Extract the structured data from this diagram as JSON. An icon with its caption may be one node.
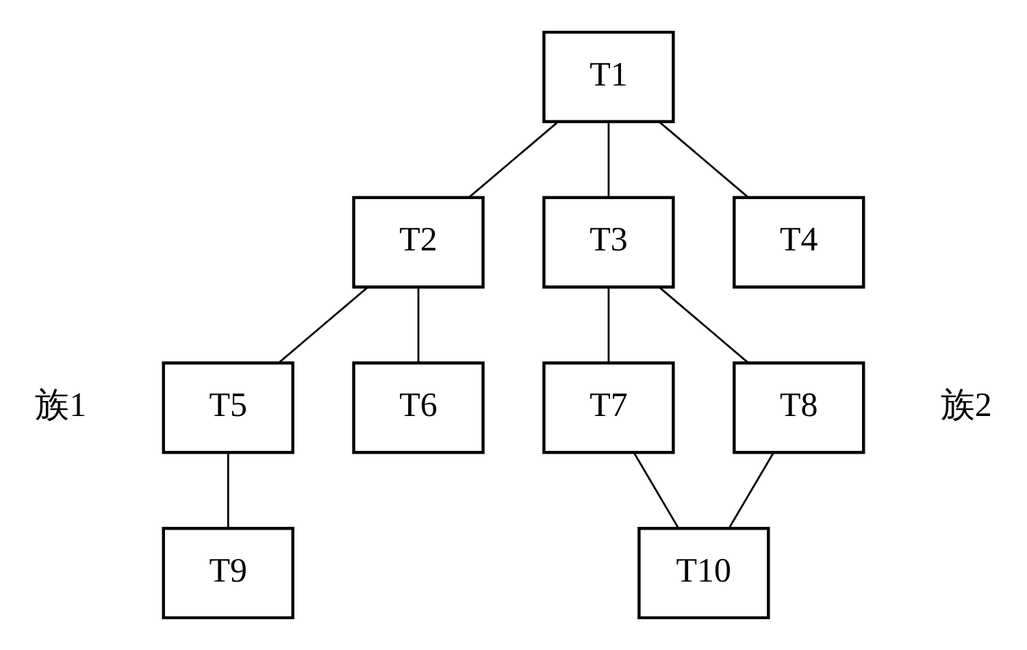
{
  "diagram": {
    "nodes": [
      {
        "text": [
          "T1"
        ]
      },
      {
        "text": [
          "T2"
        ]
      },
      {
        "text": [
          "T3"
        ]
      },
      {
        "text": [
          "T4"
        ]
      },
      {
        "text": [
          "T5"
        ]
      },
      {
        "text": [
          "T6"
        ]
      },
      {
        "text": [
          "T7"
        ]
      },
      {
        "text": [
          "T8"
        ]
      },
      {
        "text": [
          "T9"
        ]
      },
      {
        "text": [
          "T10"
        ]
      }
    ],
    "edges": [
      {
        "from": 0,
        "to": 1,
        "arrow": "none"
      },
      {
        "from": 0,
        "to": 2,
        "arrow": "none"
      },
      {
        "from": 0,
        "to": 3,
        "arrow": "none"
      },
      {
        "from": 1,
        "to": 4,
        "arrow": "none"
      },
      {
        "from": 1,
        "to": 5,
        "arrow": "none"
      },
      {
        "from": 2,
        "to": 6,
        "arrow": "none"
      },
      {
        "from": 2,
        "to": 7,
        "arrow": "none"
      },
      {
        "from": 4,
        "to": 8,
        "arrow": "none"
      },
      {
        "from": 6,
        "to": 9,
        "arrow": "none"
      },
      {
        "from": 7,
        "to": 9,
        "arrow": "none"
      }
    ],
    "labels": [
      "族1",
      "族2"
    ]
  }
}
